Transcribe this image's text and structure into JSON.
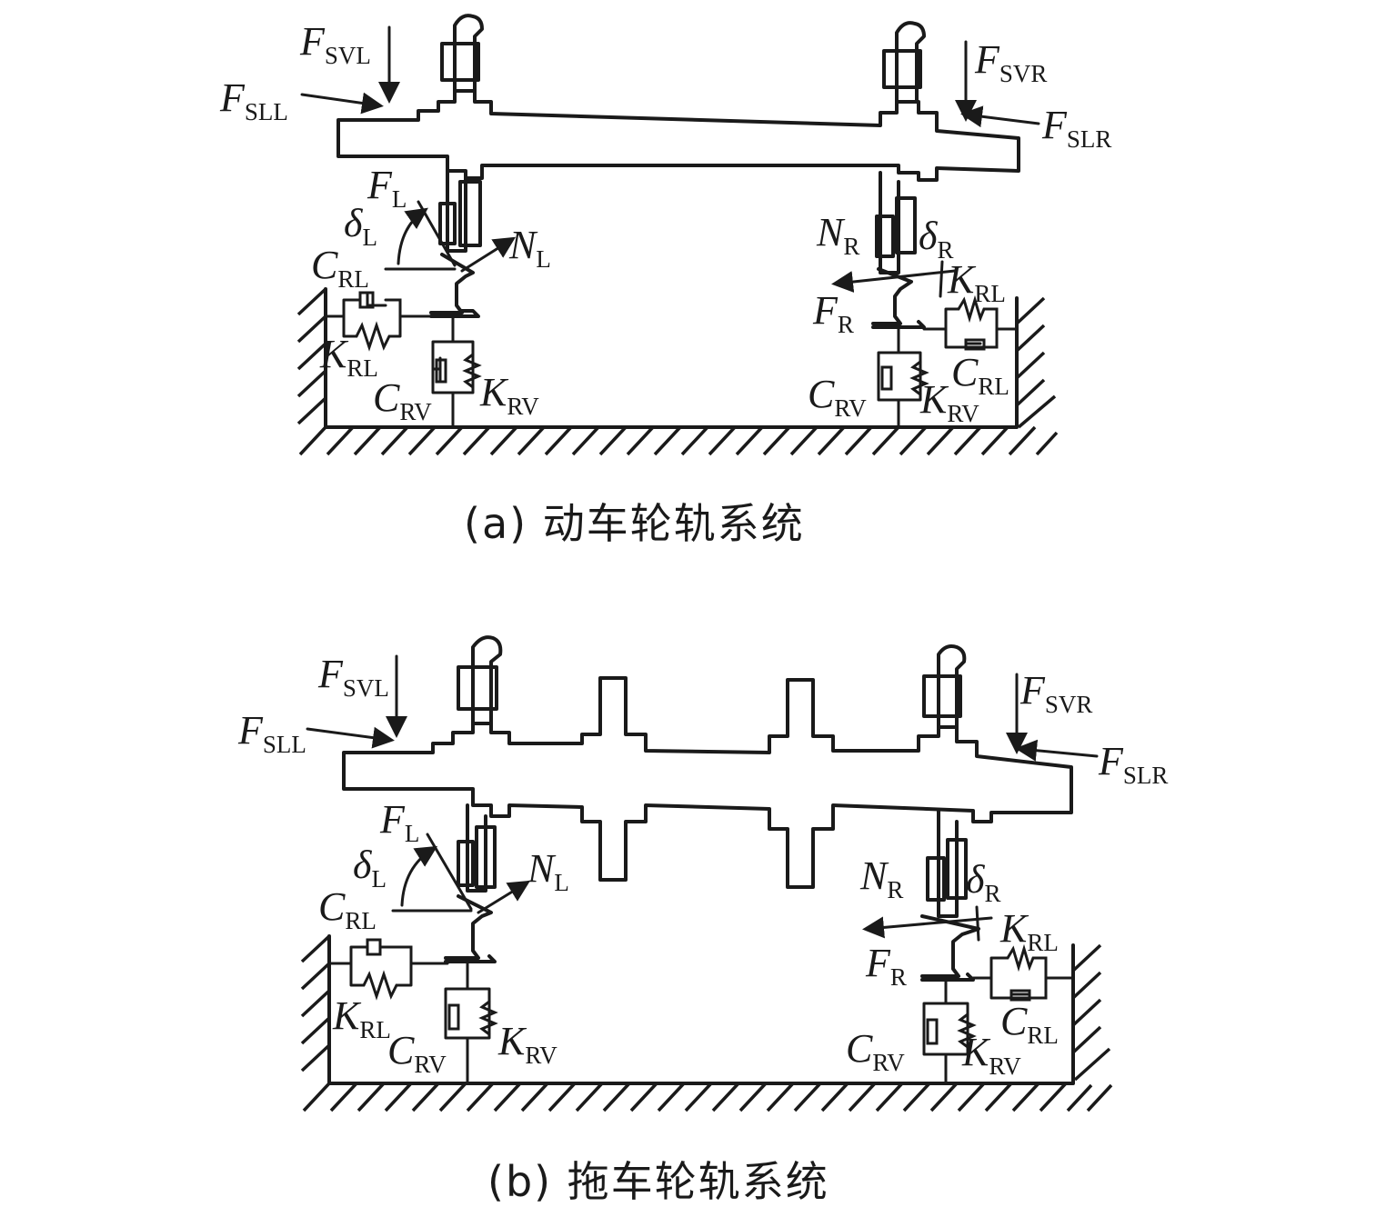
{
  "panels": [
    {
      "caption": "(a) 动车轮轨系统",
      "labels": {
        "F_SVL": {
          "base": "F",
          "sub": "SVL"
        },
        "F_SLL": {
          "base": "F",
          "sub": "SLL"
        },
        "F_SVR": {
          "base": "F",
          "sub": "SVR"
        },
        "F_SLR": {
          "base": "F",
          "sub": "SLR"
        },
        "F_L": {
          "base": "F",
          "sub": "L"
        },
        "delta_L": {
          "base": "δ",
          "sub": "L"
        },
        "N_L": {
          "base": "N",
          "sub": "L"
        },
        "C_RL_left": {
          "base": "C",
          "sub": "RL"
        },
        "K_RL_left": {
          "base": "K",
          "sub": "RL"
        },
        "C_RV_left": {
          "base": "C",
          "sub": "RV"
        },
        "K_RV_left": {
          "base": "K",
          "sub": "RV"
        },
        "N_R": {
          "base": "N",
          "sub": "R"
        },
        "delta_R": {
          "base": "δ",
          "sub": "R"
        },
        "K_RL_right": {
          "base": "K",
          "sub": "RL"
        },
        "F_R": {
          "base": "F",
          "sub": "R"
        },
        "C_RL_right": {
          "base": "C",
          "sub": "RL"
        },
        "C_RV_right": {
          "base": "C",
          "sub": "RV"
        },
        "K_RV_right": {
          "base": "K",
          "sub": "RV"
        }
      }
    },
    {
      "caption": "(b) 拖车轮轨系统",
      "labels": {
        "F_SVL": {
          "base": "F",
          "sub": "SVL"
        },
        "F_SLL": {
          "base": "F",
          "sub": "SLL"
        },
        "F_SVR": {
          "base": "F",
          "sub": "SVR"
        },
        "F_SLR": {
          "base": "F",
          "sub": "SLR"
        },
        "F_L": {
          "base": "F",
          "sub": "L"
        },
        "delta_L": {
          "base": "δ",
          "sub": "L"
        },
        "N_L": {
          "base": "N",
          "sub": "L"
        },
        "C_RL_left": {
          "base": "C",
          "sub": "RL"
        },
        "K_RL_left": {
          "base": "K",
          "sub": "RL"
        },
        "C_RV_left": {
          "base": "C",
          "sub": "RV"
        },
        "K_RV_left": {
          "base": "K",
          "sub": "RV"
        },
        "N_R": {
          "base": "N",
          "sub": "R"
        },
        "delta_R": {
          "base": "δ",
          "sub": "R"
        },
        "K_RL_right": {
          "base": "K",
          "sub": "RL"
        },
        "F_R": {
          "base": "F",
          "sub": "R"
        },
        "C_RL_right": {
          "base": "C",
          "sub": "RL"
        },
        "C_RV_right": {
          "base": "C",
          "sub": "RV"
        },
        "K_RV_right": {
          "base": "K",
          "sub": "RV"
        }
      }
    }
  ]
}
